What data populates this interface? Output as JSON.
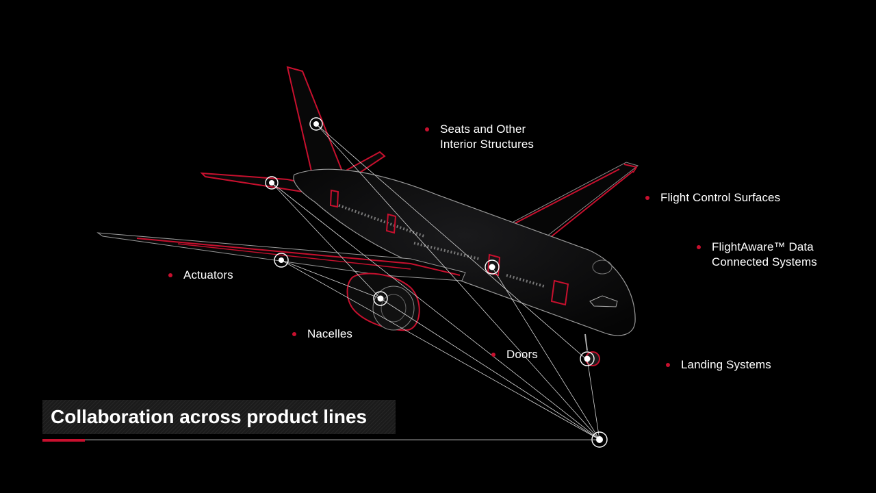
{
  "colors": {
    "accent": "#c8102e",
    "outline": "#d8d8d8",
    "background": "#000000"
  },
  "labels": {
    "seats": [
      "Seats and Other",
      "Interior Structures"
    ],
    "flight_controls": [
      "Flight Control Surfaces"
    ],
    "flightaware": [
      "FlightAware™ Data",
      "Connected Systems"
    ],
    "actuators": [
      "Actuators"
    ],
    "nacelles": [
      "Nacelles"
    ],
    "doors": [
      "Doors"
    ],
    "landing": [
      "Landing Systems"
    ]
  },
  "title": "Collaboration across product lines"
}
